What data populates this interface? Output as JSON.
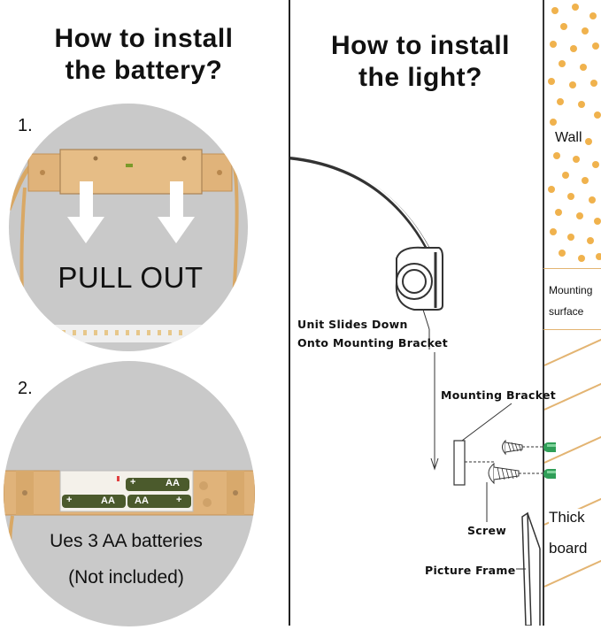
{
  "left": {
    "title_line1": "How to install",
    "title_line2": "the battery?",
    "step1": "1.",
    "step2": "2.",
    "pull_out": "PULL OUT",
    "uses": "Ues 3 AA batteries",
    "not_included": "(Not included)",
    "battery_label": "AA",
    "plus": "+"
  },
  "right": {
    "title_line1": "How to install",
    "title_line2": "the light?",
    "wall": "Wall",
    "mounting_surface_1": "Mounting",
    "mounting_surface_2": "surface",
    "unit_slides_1": "Unit Slides Down",
    "unit_slides_2": "Onto Mounting Bracket",
    "mounting_bracket": "Mounting Bracket",
    "screw": "Screw",
    "picture_frame": "Picture Frame",
    "thick": "Thick",
    "board": "board"
  },
  "colors": {
    "gold": "#e3b472",
    "dot": "#f0b24d",
    "anchor": "#2f9e57",
    "gray": "#c9c9c9"
  }
}
